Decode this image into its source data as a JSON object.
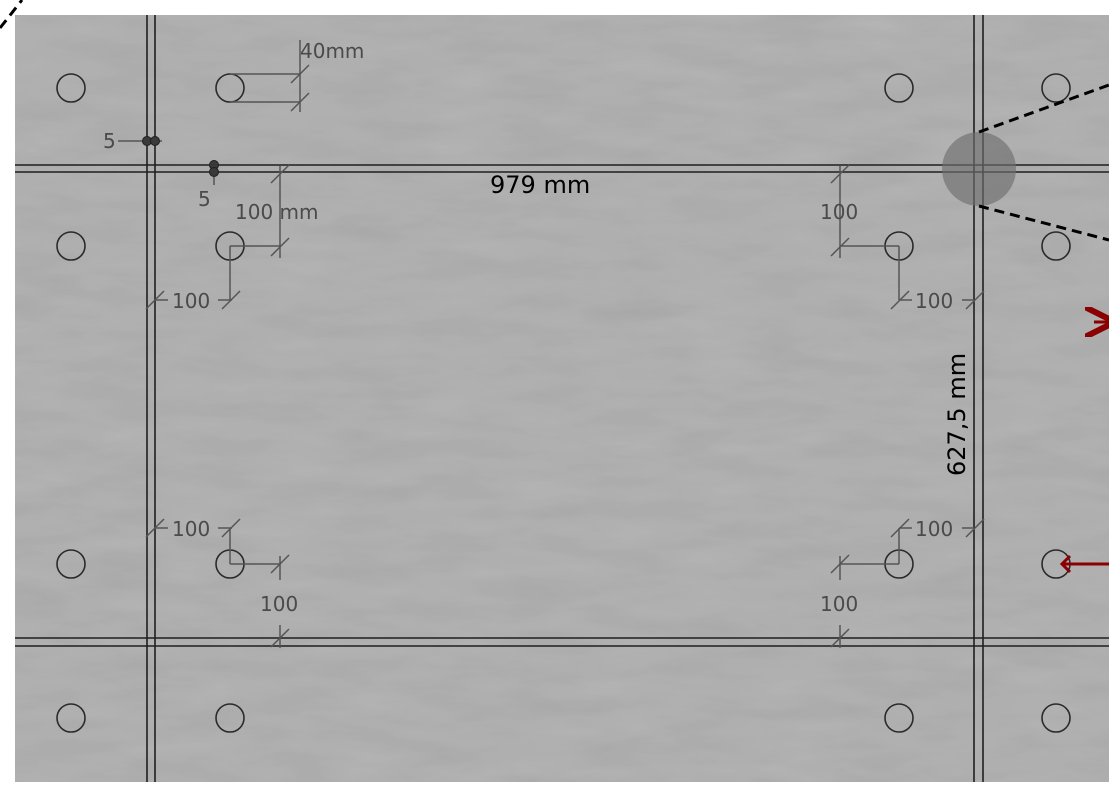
{
  "colors": {
    "panel_base": "#b8b8b8",
    "seam_line": "#1f1f1f",
    "dimension_line": "#555555",
    "highlight_circle": "#7a7a7a",
    "arrow": "#8b0000",
    "callout_dash": "#000000"
  },
  "dimensions": {
    "hole_diameter": "40mm",
    "gap_horizontal": "5",
    "gap_vertical": "5",
    "edge_offset_top": "100 mm",
    "edge_offset_top_right": "100",
    "edge_offset_left_top": "100",
    "edge_offset_right_top": "100",
    "edge_offset_left_bottom": "100",
    "edge_offset_right_bottom": "100",
    "edge_offset_bottom_left": "100",
    "edge_offset_bottom_right": "100",
    "panel_width": "979 mm",
    "panel_height": "627,5 mm"
  }
}
